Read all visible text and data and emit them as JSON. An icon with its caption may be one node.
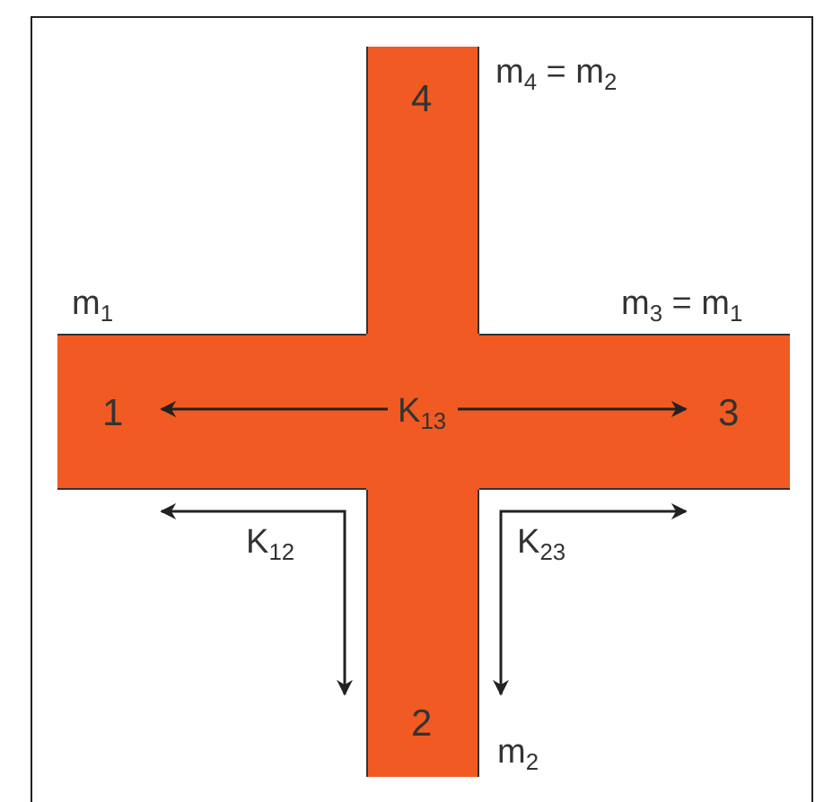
{
  "diagram": {
    "nodes": [
      {
        "text": [
          "4"
        ],
        "beside": [
          "m$_{4}$ = m$_{2}$"
        ]
      },
      {
        "text": [
          "1"
        ],
        "beside": [
          "m$_{1}$"
        ]
      },
      {
        "text": [
          "3"
        ],
        "beside": [
          "m$_{3}$ = m$_{1}$"
        ]
      },
      {
        "text": [
          "2"
        ],
        "beside": [
          "m$_{2}$"
        ]
      }
    ],
    "edges": [
      {
        "from": 1,
        "to": 2,
        "arrow": "both",
        "label": "K$_{13}$"
      },
      {
        "from": 1,
        "to": 3,
        "arrow": "both",
        "label": "K$_{12}$"
      },
      {
        "from": 3,
        "to": 2,
        "arrow": "both",
        "label": "K$_{23}$"
      }
    ]
  }
}
